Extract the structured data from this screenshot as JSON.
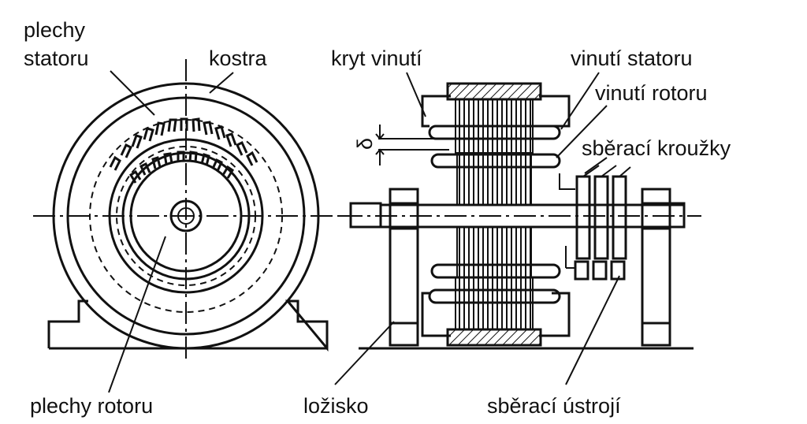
{
  "labels": {
    "plechy_statoru_line1": "plechy",
    "plechy_statoru_line2": "statoru",
    "kostra": "kostra",
    "plechy_rotoru": "plechy rotoru",
    "kryt_vinuti": "kryt vinutí",
    "vinuti_statoru": "vinutí statoru",
    "vinuti_rotoru": "vinutí rotoru",
    "sberaci_krouzky": "sběrací kroužky",
    "lozisko": "ložisko",
    "sberaci_ustroji": "sběrací ústrojí",
    "delta": "δ"
  }
}
